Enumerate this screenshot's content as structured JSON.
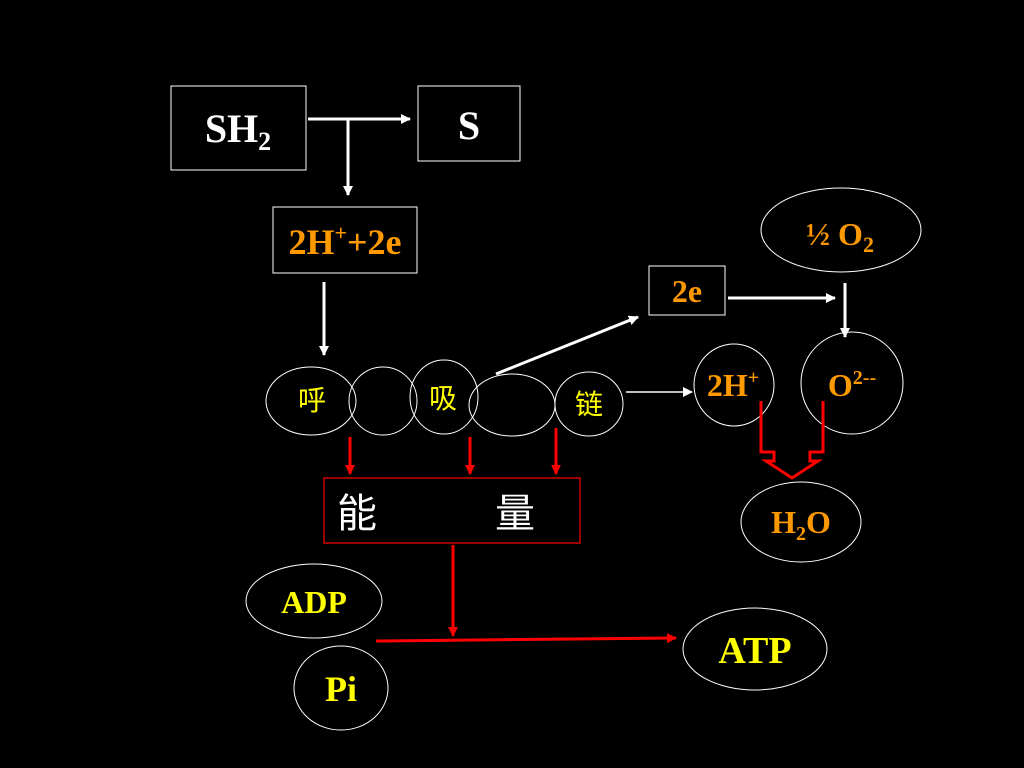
{
  "colors": {
    "background": "#000000",
    "white": "#ffffff",
    "orange": "#ff9900",
    "yellow": "#ffff00",
    "red": "#ff0000",
    "dark_red": "#cc0000"
  },
  "nodes": {
    "sh2": {
      "base": "SH",
      "sub": "2"
    },
    "s": {
      "text": "S"
    },
    "h_plus_2e": {
      "pre": "2H",
      "sup": "+",
      "post": "+2e"
    },
    "half_o2": {
      "pre": "½ O",
      "sub": "2"
    },
    "two_e": {
      "text": "2e"
    },
    "two_h_plus": {
      "pre": "2H",
      "sup": "+"
    },
    "o2_minus": {
      "pre": "O",
      "sup": "2--"
    },
    "h2o": {
      "pre": "H",
      "sub": "2",
      "post": "O"
    },
    "chain": {
      "char1": "呼",
      "char2": "吸",
      "char3": "链"
    },
    "energy": {
      "char1": "能",
      "char2": "量"
    },
    "adp": {
      "text": "ADP"
    },
    "pi": {
      "text": "Pi"
    },
    "atp": {
      "text": "ATP"
    }
  }
}
